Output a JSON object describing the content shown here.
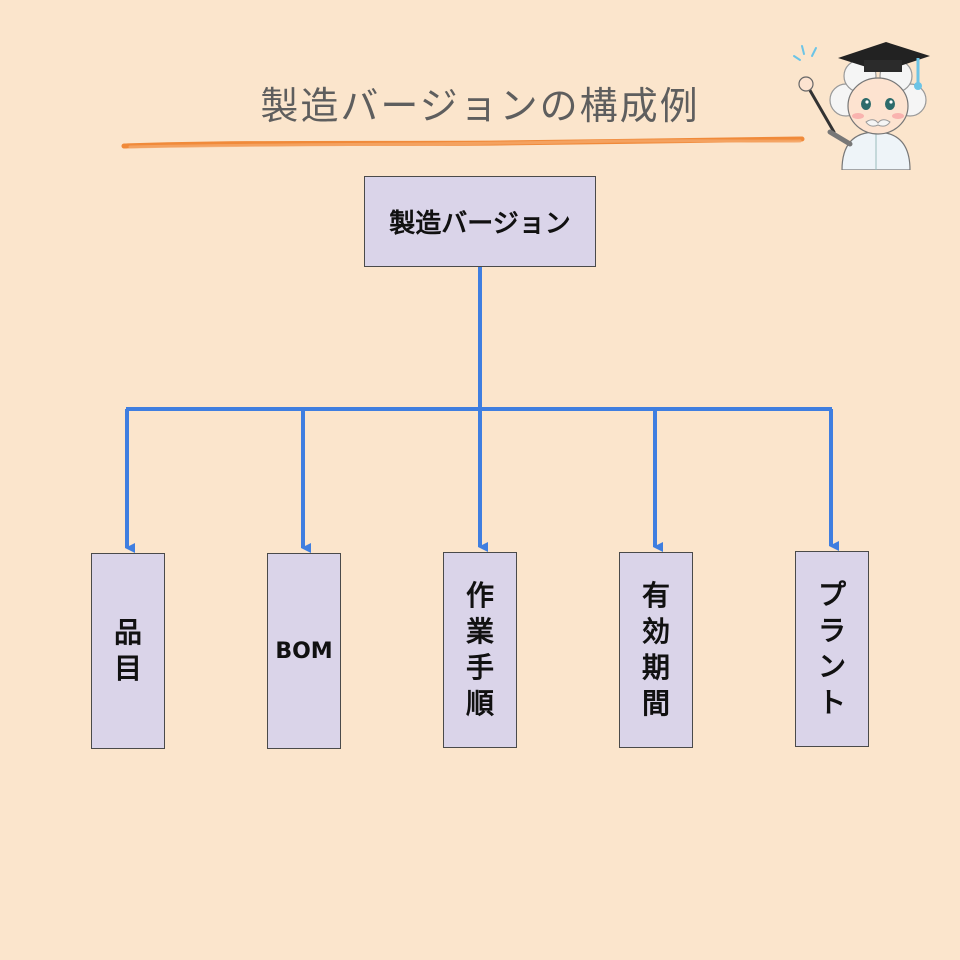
{
  "page": {
    "title": "製造バージョンの構成例",
    "background_color": "#fbe5cc"
  },
  "diagram": {
    "root": {
      "label": "製造バージョン"
    },
    "children": [
      {
        "label": "品目",
        "orientation": "vertical"
      },
      {
        "label": "BOM",
        "orientation": "horizontal"
      },
      {
        "label": "作業手順",
        "orientation": "vertical"
      },
      {
        "label": "有効期間",
        "orientation": "vertical"
      },
      {
        "label": "プラント",
        "orientation": "vertical"
      }
    ],
    "colors": {
      "box_fill": "#dad4e9",
      "box_border": "#4a4a4a",
      "connector": "#3f7ee0",
      "title_underline": "#f08a3a"
    }
  },
  "mascot": {
    "icon": "professor-mascot-icon"
  }
}
